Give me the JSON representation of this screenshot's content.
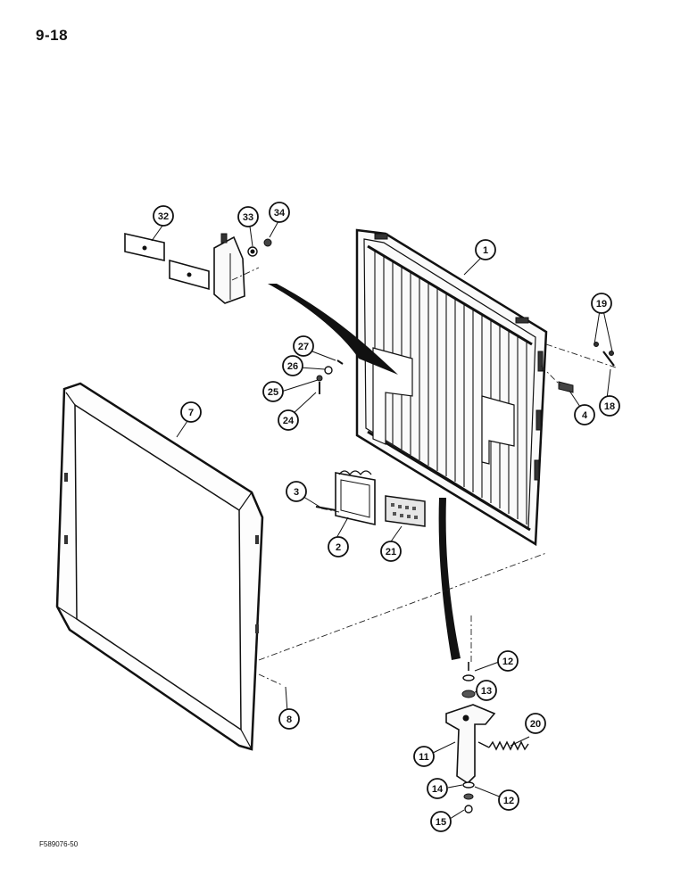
{
  "page": {
    "page_number": "9-18",
    "figure_code": "F589076-50"
  },
  "callouts": [
    {
      "label": "1"
    },
    {
      "label": "2"
    },
    {
      "label": "3"
    },
    {
      "label": "4"
    },
    {
      "label": "7"
    },
    {
      "label": "8"
    },
    {
      "label": "11"
    },
    {
      "label": "12"
    },
    {
      "label": "12"
    },
    {
      "label": "13"
    },
    {
      "label": "14"
    },
    {
      "label": "15"
    },
    {
      "label": "18"
    },
    {
      "label": "19"
    },
    {
      "label": "20"
    },
    {
      "label": "21"
    },
    {
      "label": "24"
    },
    {
      "label": "25"
    },
    {
      "label": "26"
    },
    {
      "label": "27"
    },
    {
      "label": "32"
    },
    {
      "label": "33"
    },
    {
      "label": "34"
    }
  ],
  "colors": {
    "ink": "#111111",
    "paper": "#ffffff",
    "shade": "#555555"
  }
}
